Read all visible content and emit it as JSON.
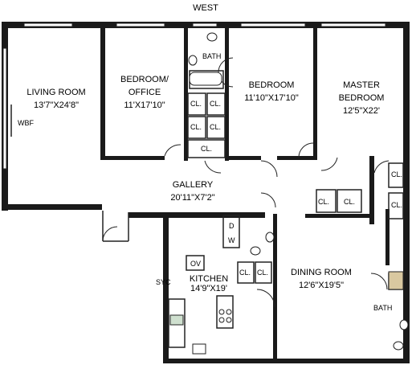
{
  "orientation_label": "WEST",
  "rooms": {
    "living": {
      "name": "LIVING ROOM",
      "size": "13'7\"X24'8\""
    },
    "wbf": "WBF",
    "bedroom_office": {
      "name1": "BEDROOM/",
      "name2": "OFFICE",
      "size": "11'X17'10\""
    },
    "bath_top": "BATH",
    "bedroom": {
      "name": "BEDROOM",
      "size": "11'10\"X17'10\""
    },
    "master": {
      "name1": "MASTER",
      "name2": "BEDROOM",
      "size": "12'5\"X22'"
    },
    "gallery": {
      "name": "GALLERY",
      "size": "20'11\"X7'2\""
    },
    "kitchen": {
      "name": "KITCHEN",
      "size": "14'9\"X19'"
    },
    "dining": {
      "name": "DINING ROOM",
      "size": "12'6\"X19'5\""
    },
    "bath_right": "BATH",
    "closet": "CL.",
    "dw": "D",
    "washer": "W",
    "oven": "OV",
    "syc": "SYC"
  },
  "colors": {
    "wall": "#1a1a1a",
    "line": "#222222",
    "fill": "#ffffff",
    "accent": "#d9c8a0"
  }
}
